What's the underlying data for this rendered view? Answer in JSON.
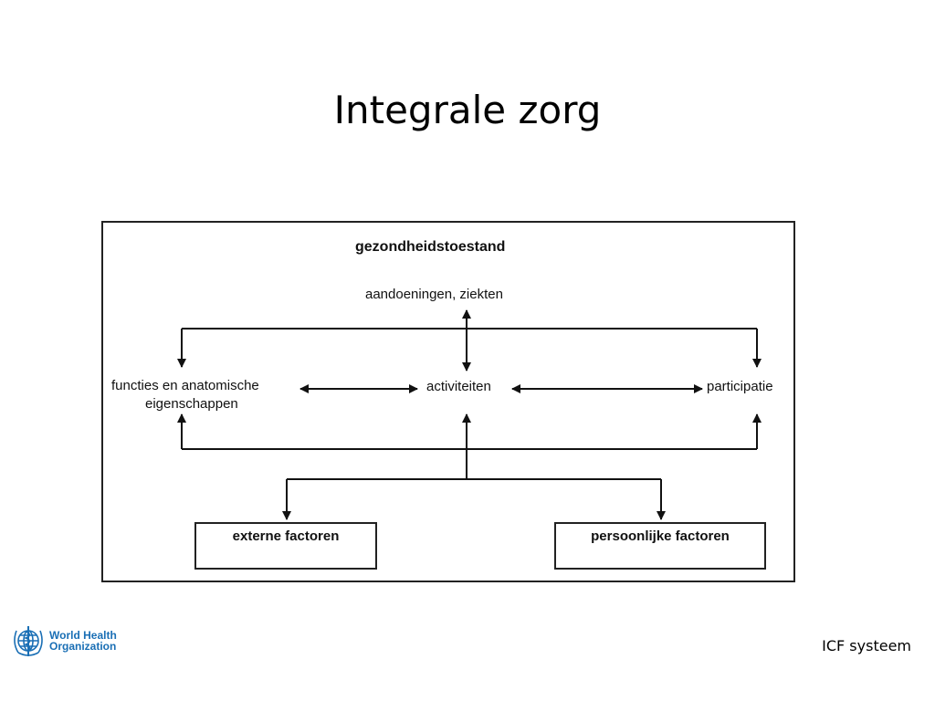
{
  "slide": {
    "title": "Integrale zorg",
    "footer": "ICF systeem"
  },
  "diagram": {
    "health_condition": "gezondheidstoestand",
    "health_condition_sub": "aandoeningen, ziekten",
    "functions_line1": "functies en anatomische",
    "functions_line2": "eigenschappen",
    "activities": "activiteiten",
    "participation": "participatie",
    "external_factors": "externe factoren",
    "personal_factors": "persoonlijke factoren"
  },
  "logo": {
    "line1": "World Health",
    "line2": "Organization",
    "color": "#1a6fb5"
  }
}
